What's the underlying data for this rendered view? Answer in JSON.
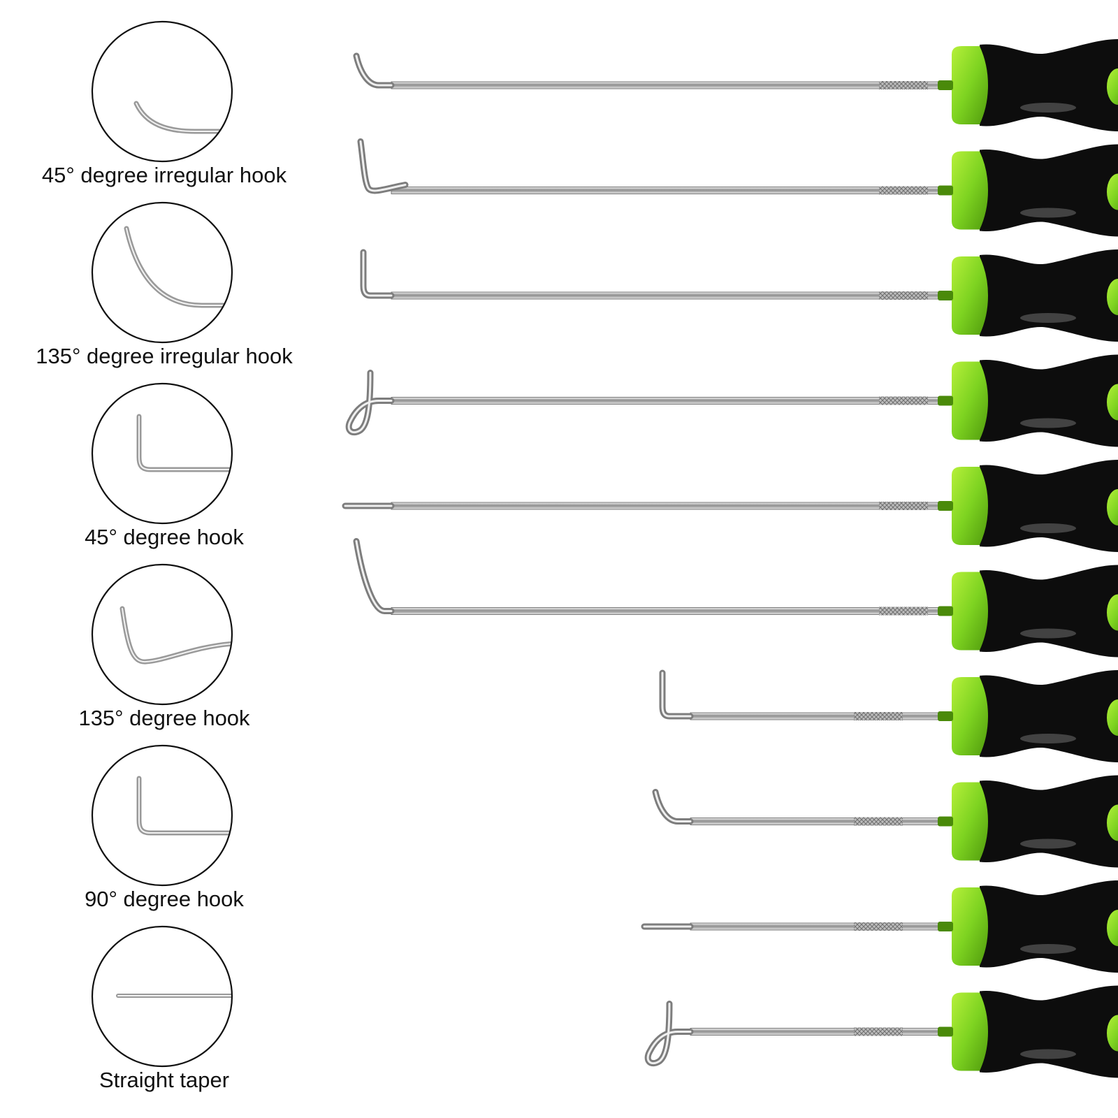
{
  "legend": [
    {
      "label": "45° degree irregular hook",
      "shape": "irregular-45"
    },
    {
      "label": "135° degree irregular hook",
      "shape": "irregular-135"
    },
    {
      "label": "45° degree hook",
      "shape": "hook-45"
    },
    {
      "label": "135° degree hook",
      "shape": "hook-135"
    },
    {
      "label": "90° degree hook",
      "shape": "hook-90"
    },
    {
      "label": "Straight taper",
      "shape": "straight"
    }
  ],
  "tools": [
    {
      "shape": "irregular-45",
      "length": "long"
    },
    {
      "shape": "hook-135",
      "length": "long"
    },
    {
      "shape": "hook-90",
      "length": "long"
    },
    {
      "shape": "u-hook",
      "length": "long"
    },
    {
      "shape": "straight",
      "length": "long"
    },
    {
      "shape": "irregular-135",
      "length": "long"
    },
    {
      "shape": "hook-90",
      "length": "short"
    },
    {
      "shape": "irregular-45",
      "length": "short"
    },
    {
      "shape": "straight",
      "length": "short"
    },
    {
      "shape": "u-hook",
      "length": "short"
    }
  ],
  "colors": {
    "handle_black": "#0d0d0d",
    "handle_green": "#7ed321",
    "steel": "#9a9a9a",
    "outline": "#111111"
  }
}
